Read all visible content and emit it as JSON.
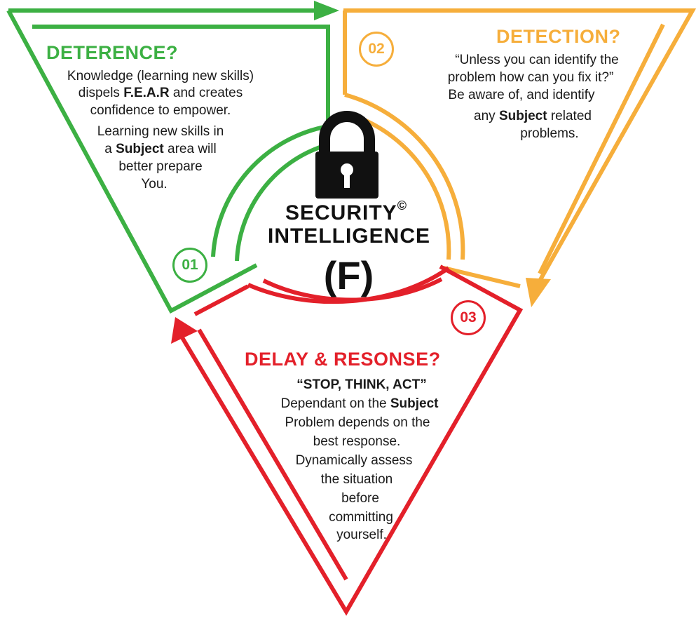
{
  "colors": {
    "deterrence": "#3cb043",
    "detection": "#f6ae3b",
    "delay": "#e3202a",
    "center": "#111111"
  },
  "center": {
    "icon": "padlock-icon",
    "title_line1": "SECURITY",
    "copyright": "©",
    "title_line2": "INTELLIGENCE",
    "letter": "(F)"
  },
  "sections": {
    "deterrence": {
      "number": "01",
      "title": "DETERENCE?",
      "lines": [
        {
          "pre": "Knowledge (learning new skills)",
          "bold": "",
          "post": ""
        },
        {
          "pre": "dispels ",
          "bold": "F.E.A.R",
          "post": " and creates"
        },
        {
          "pre": "confidence to empower.",
          "bold": "",
          "post": ""
        },
        {
          "pre": "Learning new skills in",
          "bold": "",
          "post": ""
        },
        {
          "pre": "a ",
          "bold": "Subject",
          "post": " area will"
        },
        {
          "pre": "better prepare",
          "bold": "",
          "post": ""
        },
        {
          "pre": "You.",
          "bold": "",
          "post": ""
        }
      ]
    },
    "detection": {
      "number": "02",
      "title": "DETECTION?",
      "lines": [
        {
          "pre": "“Unless you can identify the",
          "bold": "",
          "post": ""
        },
        {
          "pre": "problem how can you fix it?”",
          "bold": "",
          "post": ""
        },
        {
          "pre": "Be aware of, and identify",
          "bold": "",
          "post": ""
        },
        {
          "pre": "any ",
          "bold": "Subject",
          "post": " related"
        },
        {
          "pre": "problems.",
          "bold": "",
          "post": ""
        }
      ]
    },
    "delay": {
      "number": "03",
      "title": "DELAY & RESONSE?",
      "lines": [
        {
          "pre": "",
          "bold": "“STOP, THINK, ACT”",
          "post": ""
        },
        {
          "pre": "Dependant on the ",
          "bold": "Subject",
          "post": ""
        },
        {
          "pre": "Problem depends on the",
          "bold": "",
          "post": ""
        },
        {
          "pre": "best response.",
          "bold": "",
          "post": ""
        },
        {
          "pre": "Dynamically assess",
          "bold": "",
          "post": ""
        },
        {
          "pre": "the situation",
          "bold": "",
          "post": ""
        },
        {
          "pre": "before",
          "bold": "",
          "post": ""
        },
        {
          "pre": "committing",
          "bold": "",
          "post": ""
        },
        {
          "pre": "yourself.",
          "bold": "",
          "post": ""
        }
      ]
    }
  }
}
